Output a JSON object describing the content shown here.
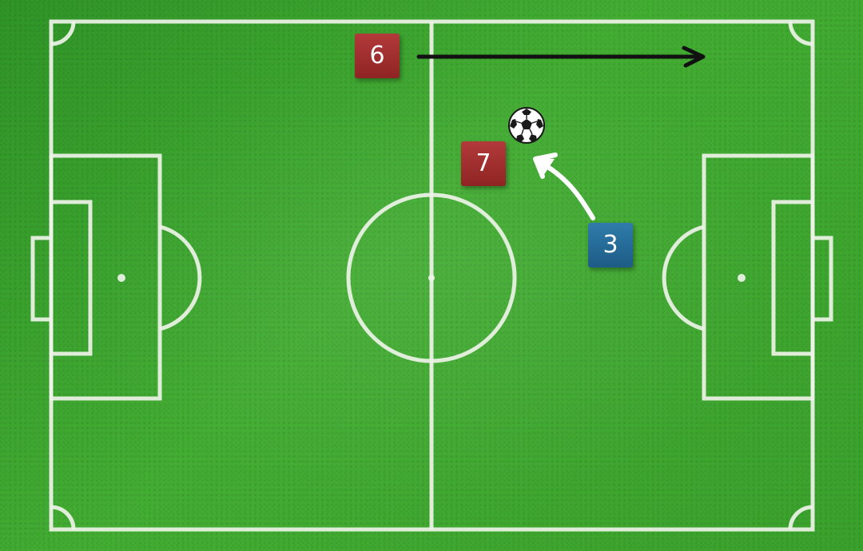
{
  "field": {
    "grass_color": "#3aa12c",
    "line_color": "#eef3e8"
  },
  "players": [
    {
      "number": "6",
      "team": "red",
      "team_color": "#9e2d2d"
    },
    {
      "number": "7",
      "team": "red",
      "team_color": "#9e2d2d"
    },
    {
      "number": "3",
      "team": "blue",
      "team_color": "#226c99"
    }
  ],
  "ball": {
    "icon": "soccer-ball-icon"
  },
  "annotations": [
    {
      "type": "run-arrow",
      "player": "6",
      "color": "#111111"
    },
    {
      "type": "pass-arrow",
      "player": "3",
      "color": "#ffffff"
    }
  ]
}
